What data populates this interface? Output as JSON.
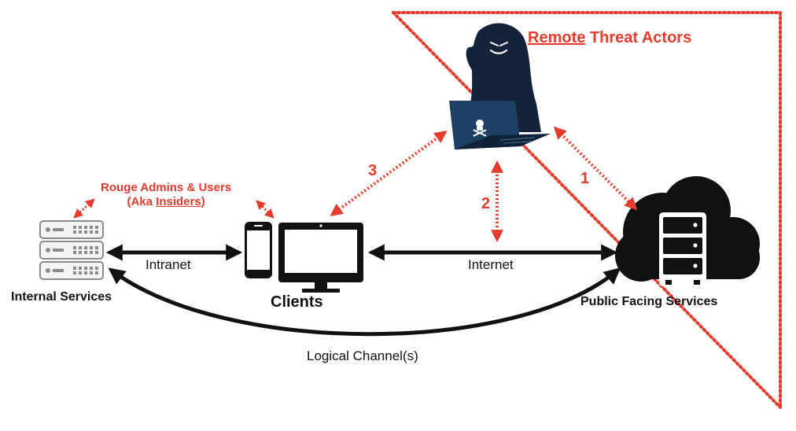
{
  "threat_zone_title": {
    "emphasis": "Remote",
    "rest": " Threat Actors"
  },
  "insiders": {
    "line1": "Rouge Admins & Users",
    "line2_prefix": "(Aka ",
    "line2_emphasis": "Insiders",
    "line2_suffix": ")"
  },
  "nodes": {
    "internal": "Internal Services",
    "clients": "Clients",
    "public": "Public Facing Services"
  },
  "links": {
    "intranet": "Intranet",
    "internet": "Internet",
    "logical": "Logical Channel(s)"
  },
  "attack_paths": [
    "1",
    "2",
    "3"
  ],
  "colors": {
    "threat": "#e53c2e",
    "ink": "#111111",
    "hacker": "#14233a",
    "laptop": "#1d3f63"
  },
  "icons": {
    "internal": "server-rack-icon",
    "clients_phone": "smartphone-icon",
    "clients_monitor": "monitor-icon",
    "public": "cloud-server-icon",
    "actor": "hacker-laptop-icon"
  }
}
